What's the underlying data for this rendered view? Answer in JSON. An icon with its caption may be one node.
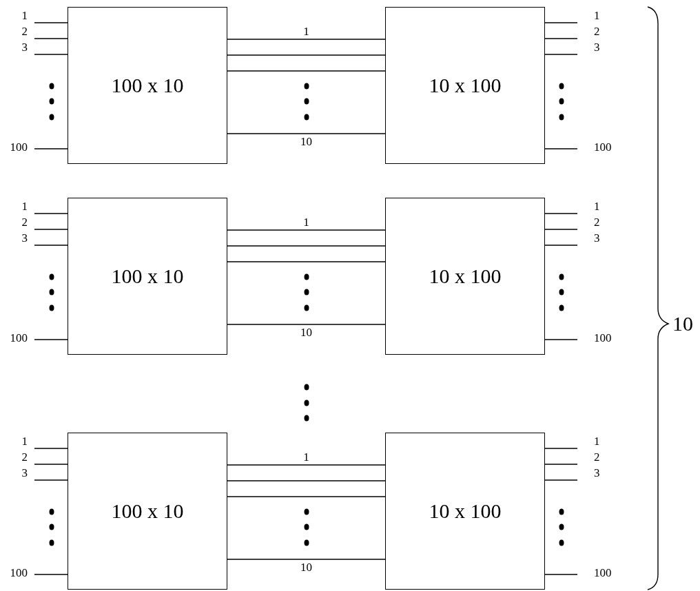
{
  "diagram": {
    "nodes": [
      {
        "text": [
          "1"
        ]
      },
      {
        "text": [
          "2"
        ]
      },
      {
        "text": [
          "3"
        ]
      },
      {
        "text": [
          "100"
        ]
      },
      {
        "text": [
          "100 x 10"
        ]
      },
      {
        "text": [
          "10 x 100"
        ]
      },
      {
        "text": [
          "1"
        ]
      },
      {
        "text": [
          "2"
        ]
      },
      {
        "text": [
          "3"
        ]
      },
      {
        "text": [
          "100"
        ]
      },
      {
        "text": [
          "1"
        ]
      },
      {
        "text": [
          "2"
        ]
      },
      {
        "text": [
          "3"
        ]
      },
      {
        "text": [
          "100"
        ]
      },
      {
        "text": [
          "100 x 10"
        ]
      },
      {
        "text": [
          "10 x 100"
        ]
      },
      {
        "text": [
          "1"
        ]
      },
      {
        "text": [
          "2"
        ]
      },
      {
        "text": [
          "3"
        ]
      },
      {
        "text": [
          "100"
        ]
      },
      {
        "text": [
          "1"
        ]
      },
      {
        "text": [
          "2"
        ]
      },
      {
        "text": [
          "3"
        ]
      },
      {
        "text": [
          "100"
        ]
      },
      {
        "text": [
          "100 x 10"
        ]
      },
      {
        "text": [
          "10 x 100"
        ]
      },
      {
        "text": [
          "1"
        ]
      },
      {
        "text": [
          "2"
        ]
      },
      {
        "text": [
          "3"
        ]
      },
      {
        "text": [
          "100"
        ]
      }
    ],
    "edges": [
      {
        "from": 0,
        "to": 4,
        "arrow": "none"
      },
      {
        "from": 1,
        "to": 4,
        "arrow": "none"
      },
      {
        "from": 2,
        "to": 4,
        "arrow": "none"
      },
      {
        "from": 3,
        "to": 4,
        "arrow": "none"
      },
      {
        "from": 4,
        "to": 5,
        "arrow": "none",
        "label": "1"
      },
      {
        "from": 4,
        "to": 5,
        "arrow": "none"
      },
      {
        "from": 4,
        "to": 5,
        "arrow": "none"
      },
      {
        "from": 4,
        "to": 5,
        "arrow": "none",
        "label": "10"
      },
      {
        "from": 5,
        "to": 6,
        "arrow": "none"
      },
      {
        "from": 5,
        "to": 7,
        "arrow": "none"
      },
      {
        "from": 5,
        "to": 8,
        "arrow": "none"
      },
      {
        "from": 5,
        "to": 9,
        "arrow": "none"
      },
      {
        "from": 10,
        "to": 14,
        "arrow": "none"
      },
      {
        "from": 11,
        "to": 14,
        "arrow": "none"
      },
      {
        "from": 12,
        "to": 14,
        "arrow": "none"
      },
      {
        "from": 13,
        "to": 14,
        "arrow": "none"
      },
      {
        "from": 14,
        "to": 15,
        "arrow": "none",
        "label": "1"
      },
      {
        "from": 14,
        "to": 15,
        "arrow": "none"
      },
      {
        "from": 14,
        "to": 15,
        "arrow": "none"
      },
      {
        "from": 14,
        "to": 15,
        "arrow": "none",
        "label": "10"
      },
      {
        "from": 15,
        "to": 16,
        "arrow": "none"
      },
      {
        "from": 15,
        "to": 17,
        "arrow": "none"
      },
      {
        "from": 15,
        "to": 18,
        "arrow": "none"
      },
      {
        "from": 15,
        "to": 19,
        "arrow": "none"
      },
      {
        "from": 20,
        "to": 24,
        "arrow": "none"
      },
      {
        "from": 21,
        "to": 24,
        "arrow": "none"
      },
      {
        "from": 22,
        "to": 24,
        "arrow": "none"
      },
      {
        "from": 23,
        "to": 24,
        "arrow": "none"
      },
      {
        "from": 24,
        "to": 25,
        "arrow": "none",
        "label": "1"
      },
      {
        "from": 24,
        "to": 25,
        "arrow": "none"
      },
      {
        "from": 24,
        "to": 25,
        "arrow": "none"
      },
      {
        "from": 24,
        "to": 25,
        "arrow": "none",
        "label": "10"
      },
      {
        "from": 25,
        "to": 26,
        "arrow": "none"
      },
      {
        "from": 25,
        "to": 27,
        "arrow": "none"
      },
      {
        "from": 25,
        "to": 28,
        "arrow": "none"
      },
      {
        "from": 25,
        "to": 29,
        "arrow": "none"
      }
    ],
    "labels": [
      "10"
    ]
  }
}
